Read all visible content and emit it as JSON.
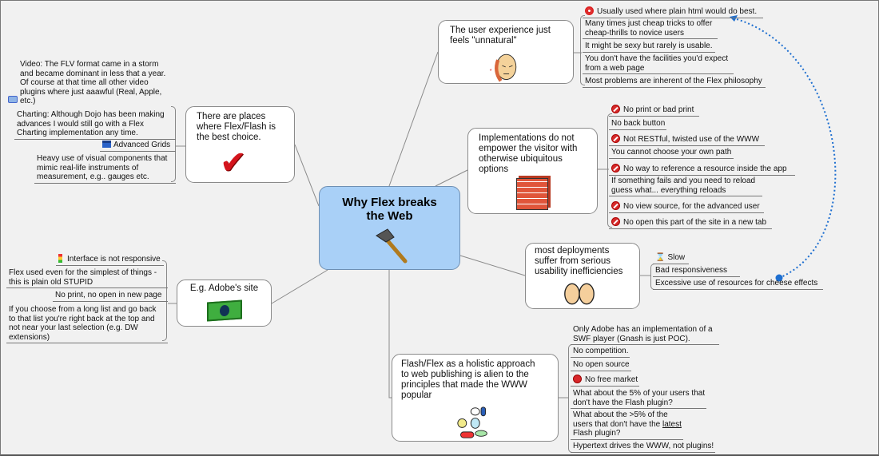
{
  "central": {
    "title": "Why Flex breaks\nthe Web",
    "icon": "hammer-icon"
  },
  "topics": {
    "unnatural": {
      "title": "The user experience just\nfeels \"unnatural\"",
      "icon": "frustrated-face-icon",
      "items": [
        "Usually used where plain html would do best.",
        "Many times just cheap tricks to offer\ncheap-thrills to novice users",
        "It might be sexy but rarely is usable.",
        "You don't have the facilities you'd expect\nfrom a web page",
        "Most problems are inherent of the Flex philosophy"
      ]
    },
    "implementations": {
      "title": "Implementations do not\nempower the visitor with\notherwise ubiquitous\noptions",
      "icon": "brick-wall-icon",
      "items": [
        "No print or bad print",
        "No back button",
        "Not RESTful, twisted use of the WWW",
        "You cannot choose your own path",
        "No way to reference a resource inside the app",
        "If something fails and you need to reload\nguess what... everything reloads",
        "No view source, for the advanced user",
        "No open this part of the site in a new tab"
      ]
    },
    "deployments": {
      "title": "most deployments\nsuffer from serious\nusability inefficiencies",
      "icon": "fists-icon",
      "items": [
        "Slow",
        "Bad responsiveness",
        "Excessive use of resources for cheese effects"
      ]
    },
    "holistic": {
      "title": "Flash/Flex as a holistic approach\nto web publishing is alien to the\nprinciples that made the WWW\npopular",
      "icon": "pills-icon",
      "items": [
        "Only Adobe has an implementation of a\nSWF player (Gnash is just POC).",
        "No competition.",
        "No open source",
        "No free market",
        "What about the 5% of your users that\ndon't have the Flash plugin?",
        "Hypertext drives the WWW, not plugins!"
      ],
      "item_latest": {
        "before": "What about the >5% of the\nusers that don't have the ",
        "link": "latest",
        "after": "\nFlash plugin?"
      }
    },
    "best_choice": {
      "title": "There are places\nwhere Flex/Flash is\nthe best choice.",
      "icon": "checkmark-icon",
      "items": [
        "Video: The FLV format came in a storm\nand became dominant in less that a year.\nOf course at that time all other video\nplugins where just aaawful (Real, Apple,\netc.)",
        "Charting: Although Dojo has been making\nadvances I would still go with a Flex\nCharting implementation any time.",
        "Advanced Grids",
        "Heavy use of visual components that\nmimic real-life instruments of\nmeasurement, e.g.. gauges etc."
      ]
    },
    "adobe": {
      "title": "E.g. Adobe's site",
      "icon": "money-bill-icon",
      "items": [
        "Interface is not responsive",
        "Flex used even for the simplest of things -\nthis is plain old STUPID",
        "No print, no open in new page",
        "If you choose from a long list and go back\nto that list you're right back at the top and\nnot near your last selection (e.g. DW\nextensions)"
      ]
    }
  },
  "colors": {
    "central": "#a9d0f7",
    "relationship": "#1e6fd0",
    "no_icon": "#d62a2a"
  }
}
